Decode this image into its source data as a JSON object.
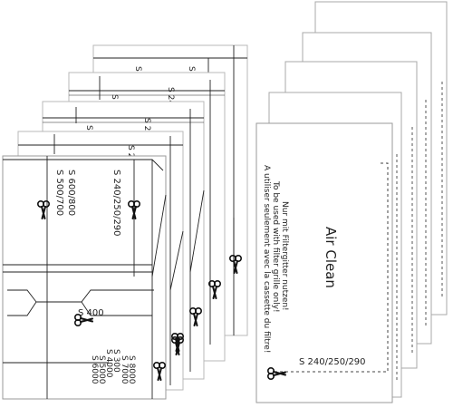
{
  "left_sheet": {
    "size_a": "S 500/700",
    "size_b": "S 600/800",
    "size_c": "S 240/250/290",
    "size_d": "S 400",
    "bottom_sizes": [
      "S 300",
      "S 4000",
      "S 5000",
      "S 6000",
      "S 7000",
      "S 8000"
    ],
    "stack_labels": [
      "S 2",
      "S 24",
      "S 2",
      "S 24",
      "S",
      "S",
      "S",
      "S"
    ]
  },
  "right_sheet": {
    "brand": "Air Clean",
    "line_de": "Nur mit Filtergitter nutzen!",
    "line_en": "To be used with filter grille only!",
    "line_fr": "A utiliser seulement avec la cassette du filtre!",
    "sizes": "S 240/250/290"
  },
  "icons": {
    "scissors": "scissors-icon"
  }
}
